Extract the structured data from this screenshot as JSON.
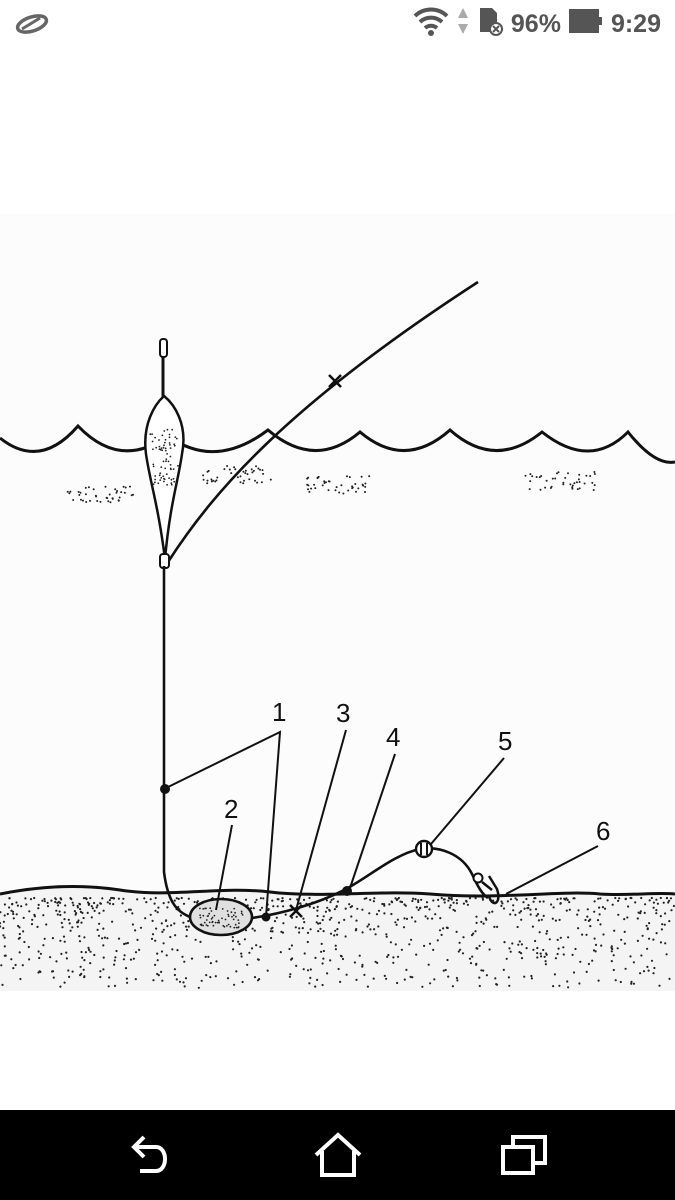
{
  "status_bar": {
    "left_icon": "cloud-sync-icon",
    "icons": [
      "wifi-icon",
      "data-arrows-icon",
      "sd-card-icon",
      "battery-icon"
    ],
    "battery": "96%",
    "time": "9:29"
  },
  "diagram": {
    "callouts": [
      "1",
      "2",
      "3",
      "4",
      "5",
      "6"
    ]
  },
  "nav_bar": {
    "buttons": [
      "back-icon",
      "home-icon",
      "recent-apps-icon"
    ]
  }
}
